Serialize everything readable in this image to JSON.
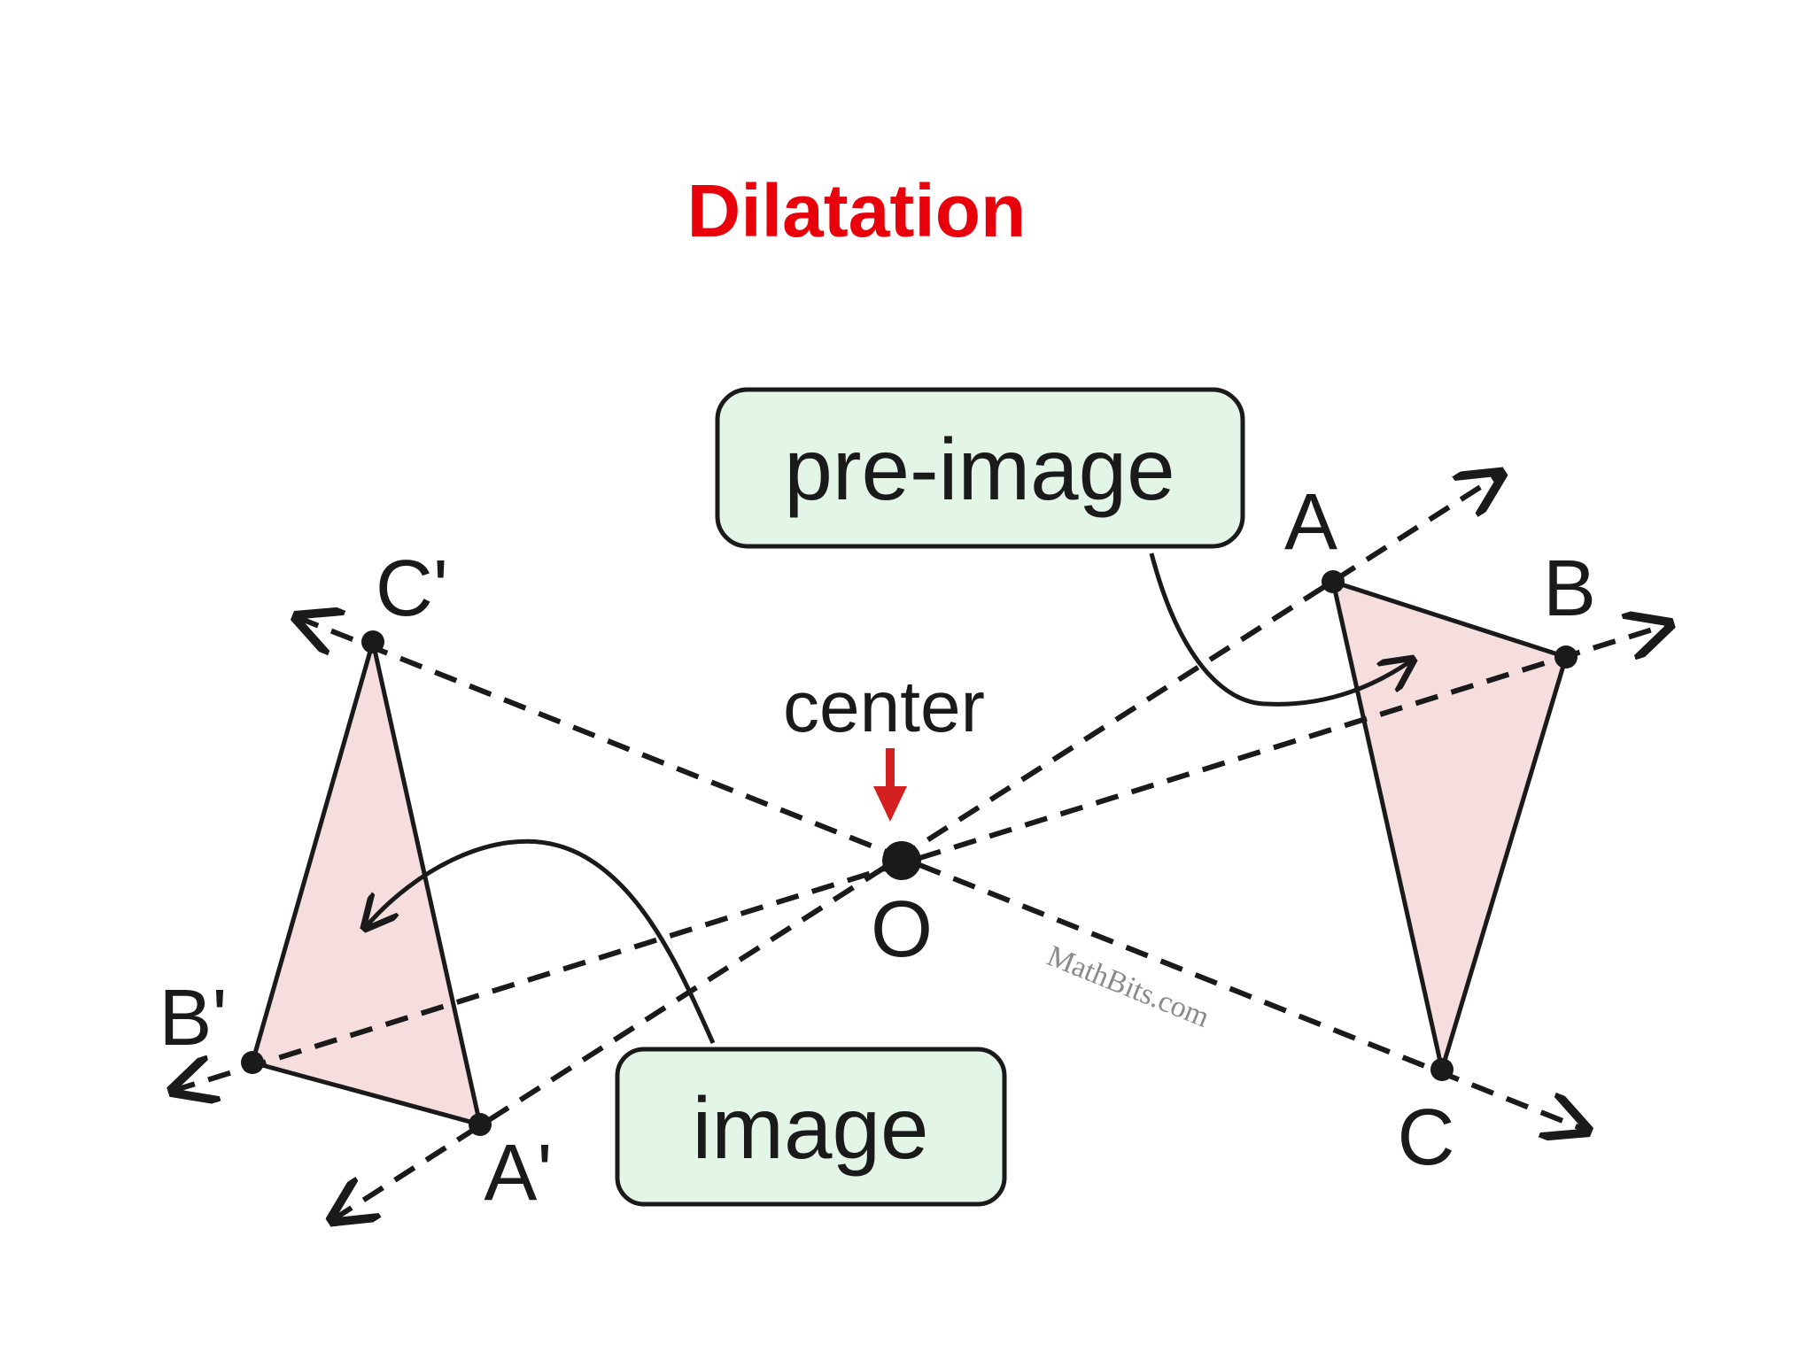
{
  "title": "Dilatation",
  "colors": {
    "title": "#e8000a",
    "triangle_fill": "#f6dede",
    "label_box_fill": "#e3f5e6",
    "center_arrow": "#d42020",
    "line": "#1a1a1a"
  },
  "labels": {
    "pre_image": "pre-image",
    "image": "image",
    "center": "center",
    "O": "O",
    "A": "A",
    "B": "B",
    "C": "C",
    "A_prime": "A'",
    "B_prime": "B'",
    "C_prime": "C'",
    "watermark": "MathBits.com"
  }
}
